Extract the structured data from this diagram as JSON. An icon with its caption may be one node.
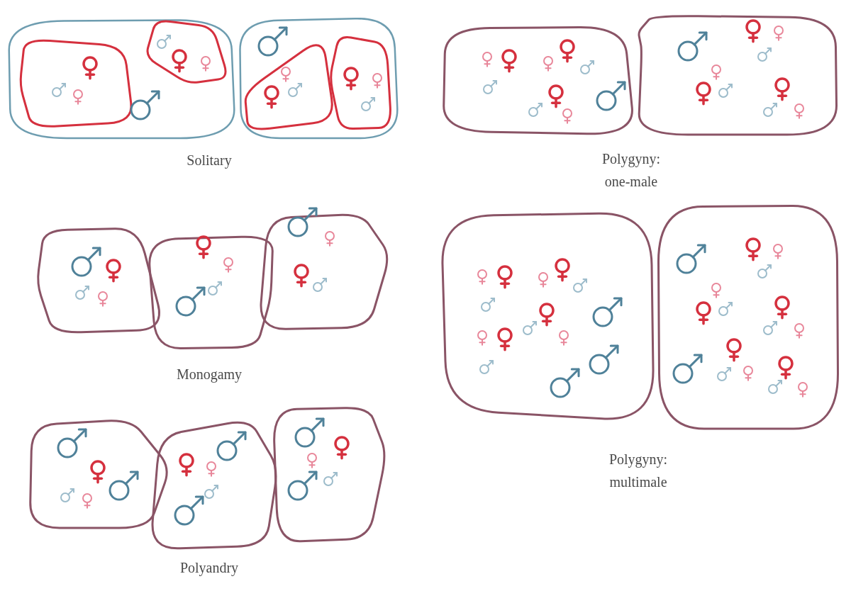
{
  "diagram": {
    "labels": [
      "Solitary",
      "Polygyny: one-male",
      "Monogamy",
      "Polygyny: multimale",
      "Polyandry"
    ]
  }
}
